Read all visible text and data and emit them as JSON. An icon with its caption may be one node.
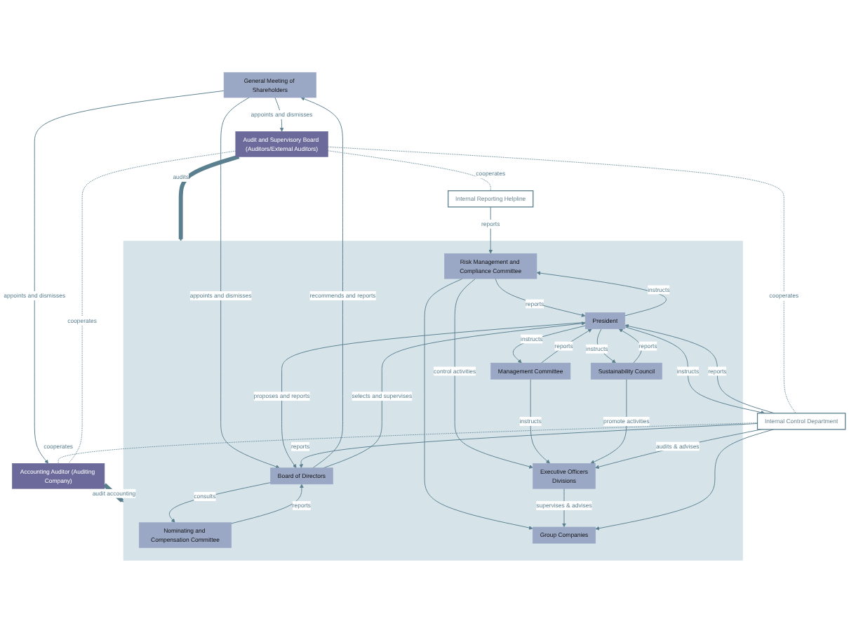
{
  "diagram": {
    "nodes": [
      {
        "text": [
          "General Meeting of Shareholders"
        ]
      },
      {
        "text": [
          "Audit and Supervisory Board (Auditors/External Auditors)"
        ]
      },
      {
        "text": [
          "Accounting Auditor (Auditing Company)"
        ]
      },
      {
        "text": [],
        "shape": "box"
      },
      {
        "text": [
          "Nominating and Compensation Committee"
        ],
        "in": 3
      },
      {
        "text": [
          "Board of Directors"
        ],
        "in": 3
      },
      {
        "text": [
          "President"
        ],
        "in": 3
      },
      {
        "text": [
          "Risk Management and Compliance Committee"
        ],
        "in": 3
      },
      {
        "text": [
          "Management Committee"
        ],
        "in": 3
      },
      {
        "text": [
          "Sustainability Council"
        ],
        "in": 3
      },
      {
        "text": [
          "Internal Reporting Helpline"
        ]
      },
      {
        "text": [
          "Executive Officers",
          "Divisions"
        ],
        "in": 3
      },
      {
        "text": [
          "Internal Control Department"
        ]
      },
      {
        "text": [
          "Group Companies"
        ],
        "in": 3
      }
    ],
    "edges": [
      {
        "from": 0,
        "to": 1,
        "arrow": "to",
        "label": "appoints and dismisses"
      },
      {
        "from": 0,
        "to": 2,
        "arrow": "to",
        "label": "appoints and dismisses"
      },
      {
        "from": 0,
        "to": 5,
        "arrow": "to",
        "label": "appoints and dismisses"
      },
      {
        "from": 5,
        "to": 0,
        "arrow": "to",
        "label": "recommends and reports"
      },
      {
        "from": 5,
        "to": 4,
        "arrow": "to",
        "label": "consults"
      },
      {
        "from": 4,
        "to": 5,
        "arrow": "to",
        "label": "reports"
      },
      {
        "from": 5,
        "to": 6,
        "arrow": "to",
        "label": "selects and supervises"
      },
      {
        "from": 6,
        "to": 5,
        "arrow": "to",
        "label": "proposes and reports"
      },
      {
        "from": 6,
        "to": 7,
        "arrow": "to",
        "label": "instructs"
      },
      {
        "from": 7,
        "to": 6,
        "arrow": "to",
        "label": "reports"
      },
      {
        "from": 6,
        "to": 8,
        "arrow": "to",
        "label": "instructs"
      },
      {
        "from": 8,
        "to": 6,
        "arrow": "to",
        "label": "reports"
      },
      {
        "from": 6,
        "to": 9,
        "arrow": "to",
        "label": "instructs"
      },
      {
        "from": 9,
        "to": 6,
        "arrow": "to",
        "label": "reports"
      },
      {
        "from": 1,
        "to": 3,
        "arrow": "to",
        "label": "audits",
        "style": "thick"
      },
      {
        "from": 2,
        "to": 3,
        "arrow": "to",
        "label": "audit accounting",
        "style": "thick"
      },
      {
        "from": 10,
        "to": 7,
        "arrow": "to",
        "label": "reports"
      },
      {
        "from": 7,
        "to": 11,
        "arrow": "to",
        "label": "control activities"
      },
      {
        "from": 7,
        "to": 13,
        "arrow": "to"
      },
      {
        "from": 8,
        "to": 11,
        "arrow": "to",
        "label": "instructs"
      },
      {
        "from": 9,
        "to": 11,
        "arrow": "to",
        "label": "promote activities"
      },
      {
        "from": 12,
        "to": 6,
        "arrow": "to",
        "label": "reports"
      },
      {
        "from": 6,
        "to": 12,
        "arrow": "to",
        "label": "instructs"
      },
      {
        "from": 12,
        "to": 5,
        "arrow": "to",
        "label": "reports"
      },
      {
        "from": 11,
        "to": 13,
        "arrow": "to",
        "label": "supervises & advises"
      },
      {
        "from": 12,
        "to": 11,
        "arrow": "to",
        "label": "audits & advises"
      },
      {
        "from": 12,
        "to": 13,
        "arrow": "to"
      },
      {
        "from": 1,
        "to": 10,
        "arrow": "none",
        "label": "cooperates",
        "style": "dashed"
      },
      {
        "from": 12,
        "to": 2,
        "arrow": "none",
        "label": "cooperates",
        "style": "dashed"
      },
      {
        "from": 1,
        "to": 12,
        "arrow": "none",
        "label": "cooperates",
        "style": "dashed"
      },
      {
        "from": 1,
        "to": 2,
        "arrow": "none",
        "label": "cooperates",
        "style": "dashed"
      }
    ]
  }
}
